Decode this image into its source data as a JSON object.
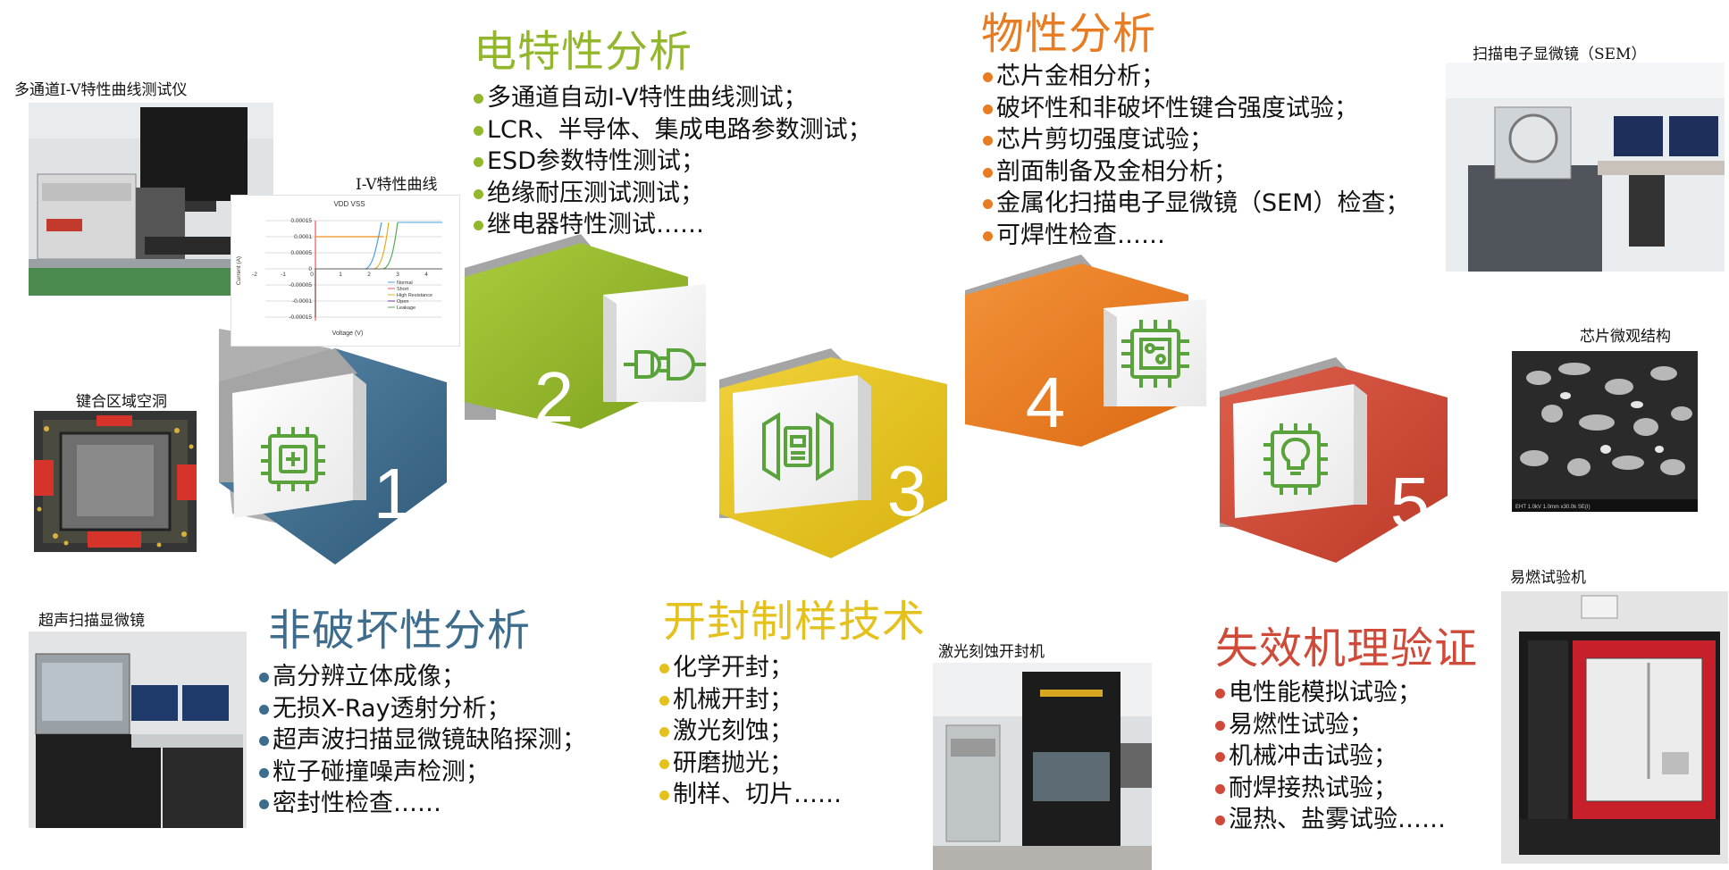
{
  "colors": {
    "steel_blue": "#3e6c8d",
    "olive_green": "#93b72c",
    "yellow": "#e5c11e",
    "orange": "#e87c23",
    "red": "#cf4a38",
    "icon_green": "#5aa33c",
    "shadow_gray": "#a6a6a6"
  },
  "sections": [
    {
      "number": "1",
      "title": "非破坏性分析",
      "items": [
        "高分辨立体成像；",
        "无损X-Ray透射分析；",
        "超声波扫描显微镜缺陷探测；",
        "粒子碰撞噪声检测；",
        "密封性检查……"
      ],
      "icon": "chip-plus-icon"
    },
    {
      "number": "2",
      "title": "电特性分析",
      "items": [
        "多通道自动I-V特性曲线测试；",
        "LCR、半导体、集成电路参数测试；",
        "ESD参数特性测试；",
        "绝缘耐压测试测试；",
        "继电器特性测试……"
      ],
      "icon": "plug-icon"
    },
    {
      "number": "3",
      "title": "开封制样技术",
      "items": [
        "化学开封；",
        "机械开封；",
        "激光刻蚀；",
        "研磨抛光；",
        "制样、切片……"
      ],
      "icon": "chip-scan-icon"
    },
    {
      "number": "4",
      "title": "物性分析",
      "items": [
        "芯片金相分析；",
        "破坏性和非破坏性键合强度试验；",
        "芯片剪切强度试验；",
        "剖面制备及金相分析；",
        "金属化扫描电子显微镜（SEM）检查；",
        "可焊性检查……"
      ],
      "icon": "chip-board-icon"
    },
    {
      "number": "5",
      "title": "失效机理验证",
      "items": [
        "电性能模拟试验；",
        "易燃性试验；",
        "机械冲击试验；",
        "耐焊接热试验；",
        "湿热、盐雾试验……"
      ],
      "icon": "lightbulb-chip-icon"
    }
  ],
  "captions": {
    "iv_tester": "多通道I-V特性曲线测试仪",
    "iv_curve": "I-V特性曲线",
    "bond_void": "键合区域空洞",
    "acoustic_microscope": "超声扫描显微镜",
    "laser_decap": "激光刻蚀开封机",
    "sem": "扫描电子显微镜（SEM）",
    "chip_micro": "芯片微观结构",
    "flammability": "易燃试验机"
  },
  "iv_chart": {
    "title": "VDD VSS",
    "ylabel": "Current (A)",
    "xlabel": "Voltage (V)",
    "yticks": [
      "0.00015",
      "0.0001",
      "0.00005",
      "0",
      "-0.00005",
      "-0.0001",
      "-0.00015"
    ],
    "xticks": [
      "-2",
      "-1",
      "0",
      "1",
      "2",
      "3",
      "4"
    ],
    "legend": [
      "Normal",
      "Short",
      "High Resistance",
      "Open",
      "Leakage"
    ]
  },
  "sem_caption_tiny": "EHT 1.0kV  1.0mm  x30.0k  SE(I)"
}
